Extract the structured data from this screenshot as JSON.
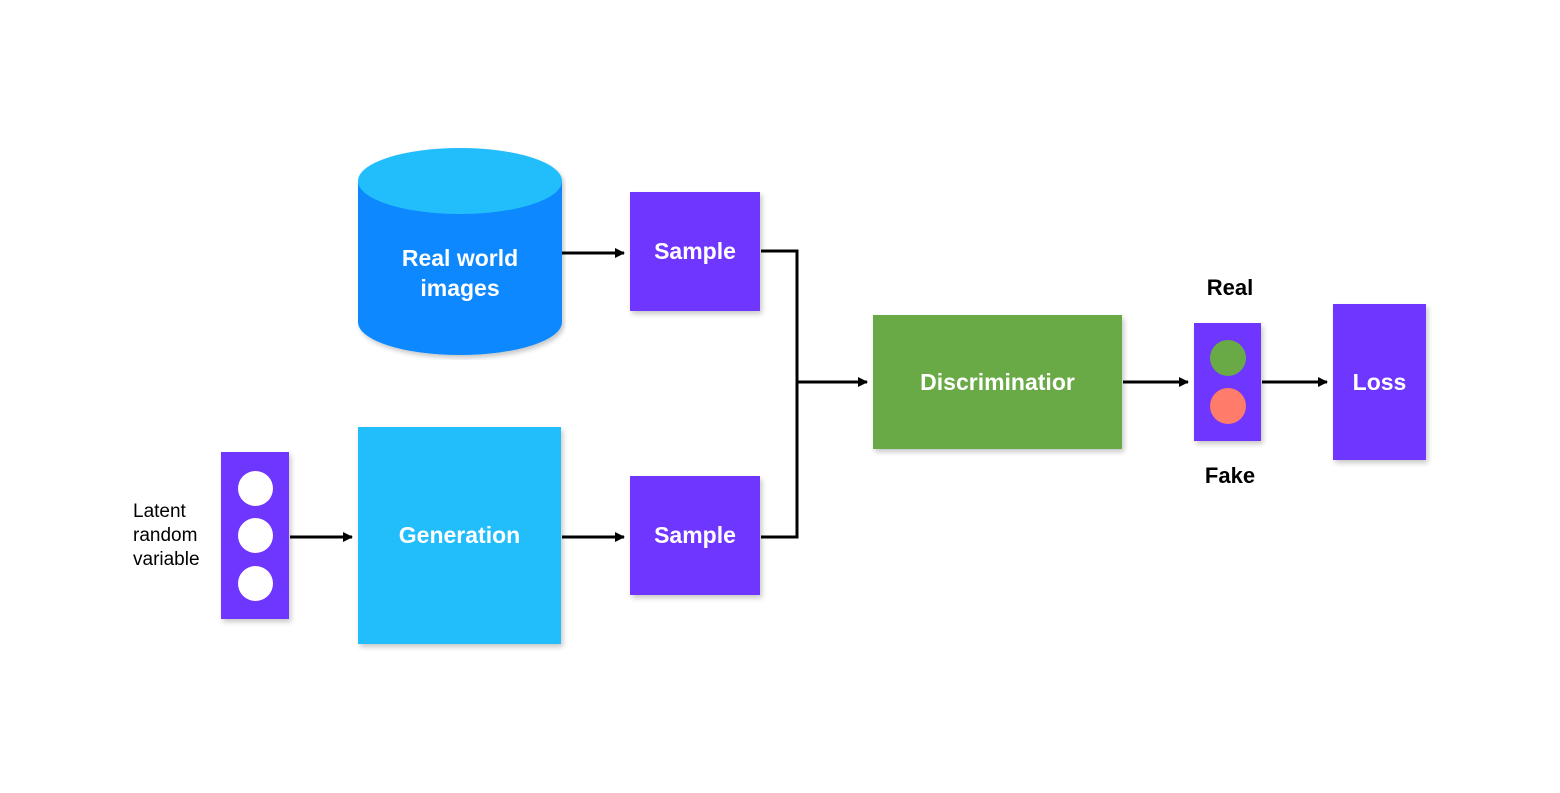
{
  "nodes": {
    "real_world_images": "Real world\nimages",
    "sample_top": "Sample",
    "sample_bottom": "Sample",
    "generation": "Generation",
    "discriminator": "Discriminatior",
    "loss": "Loss",
    "latent_label": "Latent\nrandom\nvariable",
    "real_label": "Real",
    "fake_label": "Fake"
  },
  "colors": {
    "sample": "#6f36ff",
    "db_body": "#0788ff",
    "db_top": "#22befc",
    "generation": "#22befc",
    "discriminator": "#6aaa46",
    "loss": "#6f36ff",
    "latent_box": "#6f36ff",
    "output_box": "#6f36ff",
    "real_dot": "#6aaa46",
    "fake_dot": "#ff7b6a",
    "latent_dot": "#ffffff"
  }
}
